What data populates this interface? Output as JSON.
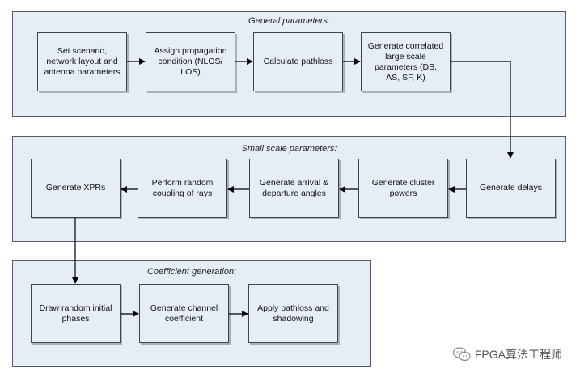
{
  "groups": {
    "general": {
      "title": "General parameters:"
    },
    "small": {
      "title": "Small scale parameters:"
    },
    "coeff": {
      "title": "Coefficient generation:"
    }
  },
  "nodes": {
    "set_scenario": "Set scenario,\nnetwork layout and\nantenna parameters",
    "assign_condition": "Assign propagation\ncondition (NLOS/\nLOS)",
    "calc_pathloss": "Calculate pathloss",
    "gen_large_scale": "Generate correlated\nlarge scale\nparameters (DS,\nAS, SF, K)",
    "gen_delays": "Generate delays",
    "gen_cluster_powers": "Generate cluster\npowers",
    "gen_angles": "Generate arrival &\ndeparture angles",
    "random_coupling": "Perform random\ncoupling of rays",
    "gen_xprs": "Generate XPRs",
    "draw_phases": "Draw random initial\nphases",
    "gen_channel_coeff": "Generate channel\ncoefficient",
    "apply_pathloss": "Apply pathloss and\nshadowing"
  },
  "watermark": {
    "text": "FPGA算法工程师",
    "icon": "wechat-icon"
  }
}
